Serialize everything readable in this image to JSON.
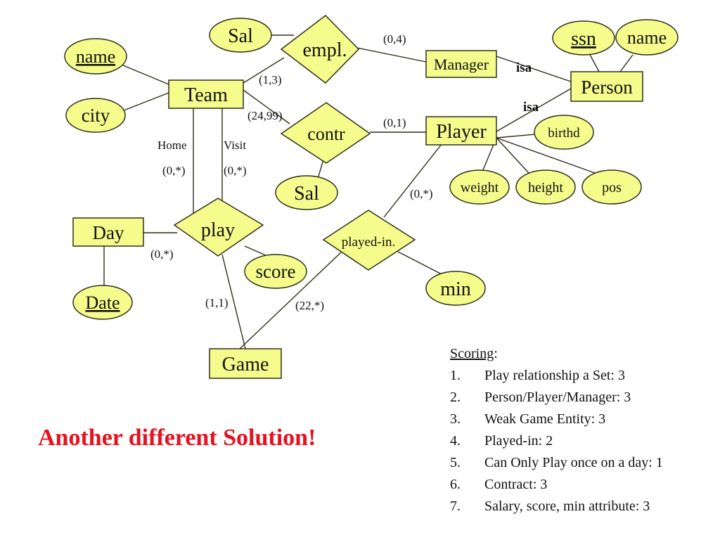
{
  "diagram": {
    "entities": {
      "team": "Team",
      "manager": "Manager",
      "person": "Person",
      "player": "Player",
      "day": "Day",
      "game": "Game"
    },
    "relationships": {
      "empl": "empl.",
      "contr": "contr",
      "play": "play",
      "played_in": "played-in."
    },
    "attributes": {
      "sal_empl": "Sal",
      "team_name": "name",
      "team_city": "city",
      "ssn": "ssn",
      "person_name": "name",
      "sal_contr": "Sal",
      "birthd": "birthd",
      "weight": "weight",
      "height": "height",
      "pos": "pos",
      "score": "score",
      "min": "min",
      "date": "Date"
    },
    "cardinalities": {
      "empl_manager": "(0,4)",
      "team_empl": "(1,3)",
      "team_contr": "(24,99)",
      "contr_player": "(0,1)",
      "home": "(0,*)",
      "visit": "(0,*)",
      "player_played_in": "(0,*)",
      "day_play": "(0,*)",
      "play_game": "(1,1)",
      "game_played_in": "(22,*)"
    },
    "role_labels": {
      "home": "Home",
      "visit": "Visit"
    },
    "isa_labels": {
      "manager": "isa",
      "player": "isa"
    }
  },
  "headline": "Another different Solution!",
  "scoring": {
    "heading": "Scoring",
    "items": [
      {
        "num": "1.",
        "text": "Play relationship a Set: 3"
      },
      {
        "num": "2.",
        "text": "Person/Player/Manager: 3"
      },
      {
        "num": "3.",
        "text": "Weak Game Entity: 3"
      },
      {
        "num": "4.",
        "text": "Played-in: 2"
      },
      {
        "num": "5.",
        "text": "Can Only Play once on a day: 1"
      },
      {
        "num": "6.",
        "text": "Contract: 3"
      },
      {
        "num": "7.",
        "text": "Salary, score, min attribute: 3"
      }
    ]
  },
  "colors": {
    "shape_fill": "#f5fc8c",
    "outline": "#2e2e1a",
    "headline": "#e8101e"
  }
}
